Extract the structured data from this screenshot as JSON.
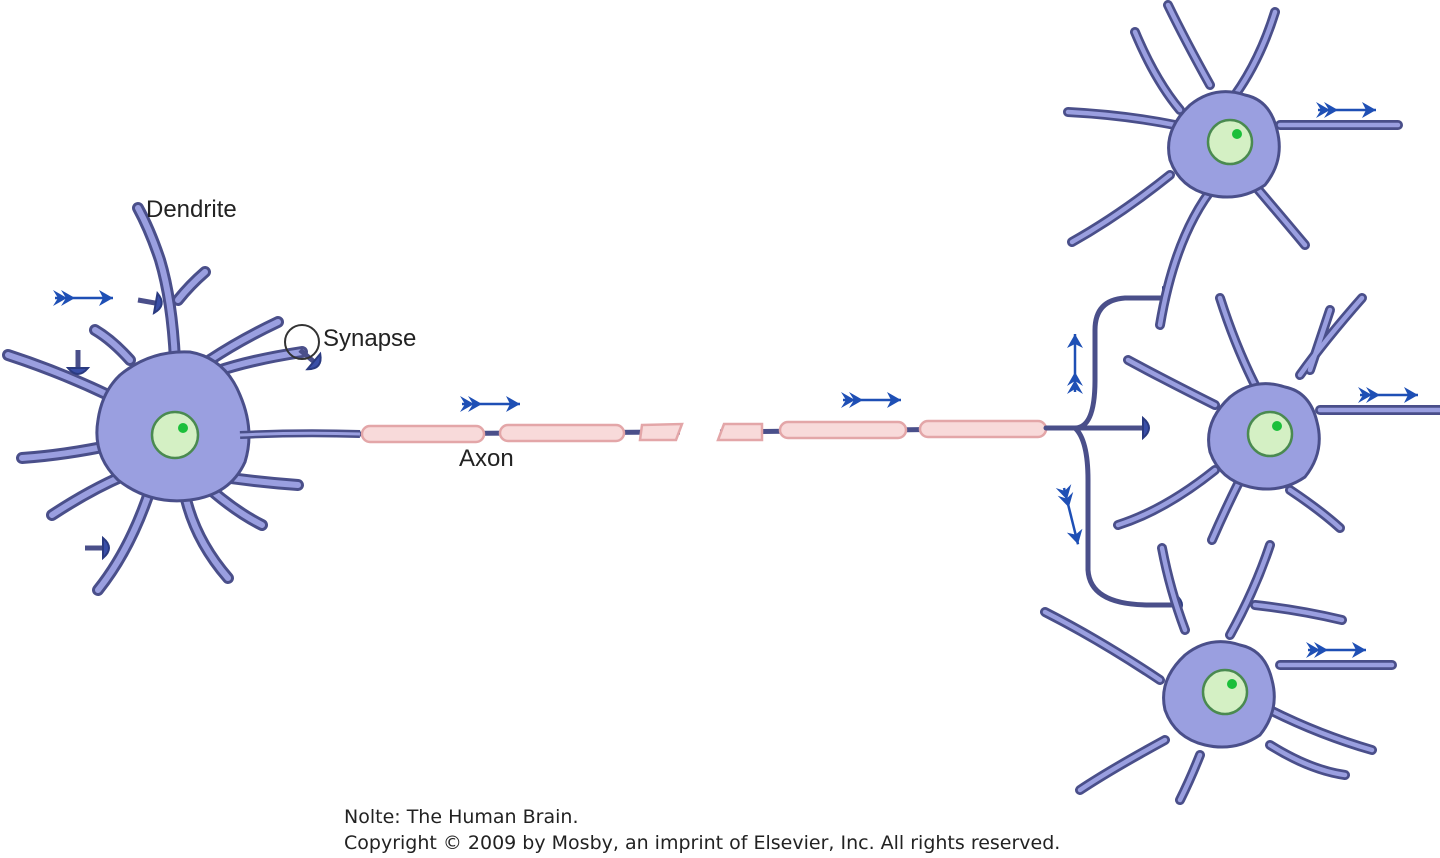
{
  "labels": {
    "dendrite": "Dendrite",
    "synapse": "Synapse",
    "axon": "Axon"
  },
  "credit": {
    "line1": "Nolte: The Human Brain.",
    "line2": "Copyright © 2009 by Mosby, an imprint of Elsevier, Inc. All rights reserved."
  },
  "colors": {
    "cell_body": "#9a9fe0",
    "cell_outline": "#4a4f8a",
    "nucleus": "#d4f0c4",
    "nucleolus": "#1bbf3a",
    "myelin": "#f8dada",
    "myelin_outline": "#e3a6a8",
    "arrow": "#1e4fb5"
  },
  "icons": {
    "signal_arrow": "right-arrow-icon",
    "synapse_marker": "circle-marker-icon"
  }
}
